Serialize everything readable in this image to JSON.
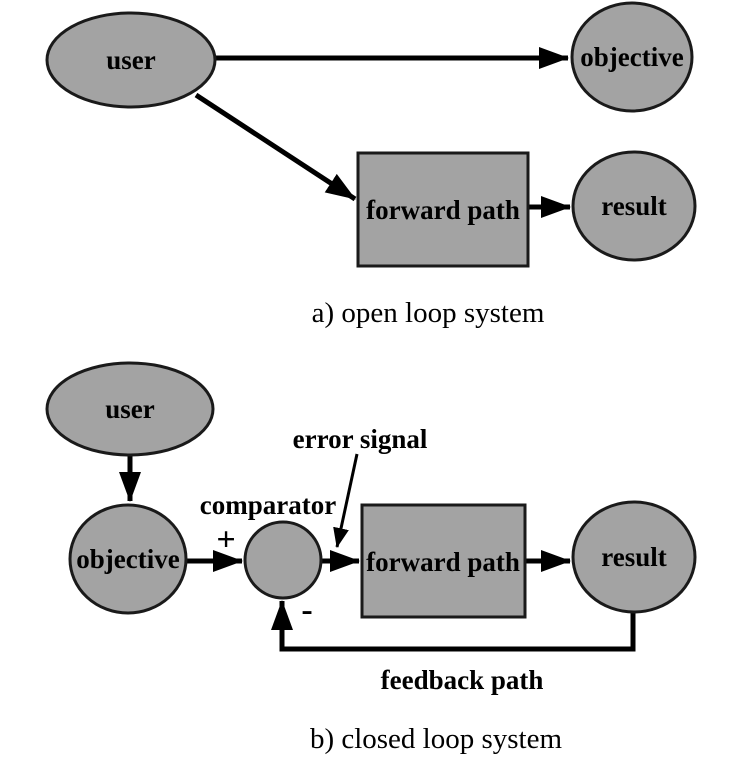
{
  "colors": {
    "background": "#ffffff",
    "node_fill": "#a3a3a3",
    "node_stroke": "#1a1a1a",
    "arrow_color": "#000000",
    "text_color": "#000000"
  },
  "open_loop": {
    "caption": "a) open loop system",
    "user_label": "user",
    "objective_label": "objective",
    "forward_path_label": "forward path",
    "result_label": "result"
  },
  "closed_loop": {
    "caption": "b) closed loop system",
    "user_label": "user",
    "objective_label": "objective",
    "comparator_label": "comparator",
    "forward_path_label": "forward path",
    "result_label": "result",
    "error_signal_label": "error signal",
    "feedback_path_label": "feedback path",
    "plus_sign": "+",
    "minus_sign": "-"
  }
}
